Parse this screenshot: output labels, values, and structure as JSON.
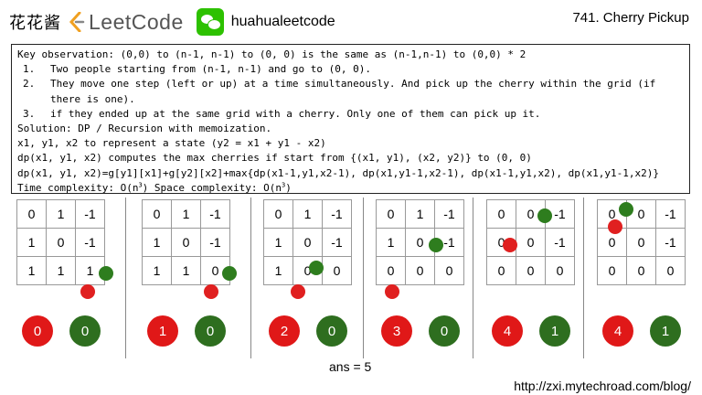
{
  "header": {
    "brand_cn": "花花酱",
    "brand_lc": "LeetCode",
    "handle": "huahualeetcode",
    "problem_title": "741. Cherry Pickup"
  },
  "code": {
    "observation": "Key observation: (0,0) to (n-1, n-1) to (0, 0) is the same as (n-1,n-1) to (0,0) * 2",
    "items": [
      {
        "num": "1.",
        "text": "Two people starting from (n-1, n-1) and go to (0, 0)."
      },
      {
        "num": "2.",
        "text": "They move one step (left or up) at a time simultaneously. And pick up the cherry within the grid (if there is one)."
      },
      {
        "num": "3.",
        "text": "if they ended up at the same grid with a cherry. Only one of them can pick up it."
      }
    ],
    "solution": "Solution: DP / Recursion with memoization.",
    "state": "x1, y1, x2 to represent a state (y2 = x1 + y1 - x2)",
    "dp_desc": "dp(x1, y1, x2) computes the max cherries if start from {(x1, y1), (x2, y2)} to (0, 0)",
    "dp_formula": "dp(x1, y1, x2)=g[y1][x1]+g[y2][x2]+max{dp(x1-1,y1,x2-1), dp(x1,y1-1,x2-1), dp(x1-1,y1,x2), dp(x1,y1-1,x2)}",
    "time_prefix": "Time complexity: O(n",
    "time_exp": "3",
    "space_prefix": ") Space complexity: O(n",
    "space_exp": "3",
    "space_suffix": ")"
  },
  "panels": [
    {
      "grid": [
        [
          "0",
          "1",
          "-1"
        ],
        [
          "1",
          "0",
          "-1"
        ],
        [
          "1",
          "1",
          "1"
        ]
      ],
      "red": "0",
      "green": "0"
    },
    {
      "grid": [
        [
          "0",
          "1",
          "-1"
        ],
        [
          "1",
          "0",
          "-1"
        ],
        [
          "1",
          "1",
          "0"
        ]
      ],
      "red": "1",
      "green": "0"
    },
    {
      "grid": [
        [
          "0",
          "1",
          "-1"
        ],
        [
          "1",
          "0",
          "-1"
        ],
        [
          "1",
          "0",
          "0"
        ]
      ],
      "red": "2",
      "green": "0"
    },
    {
      "grid": [
        [
          "0",
          "1",
          "-1"
        ],
        [
          "1",
          "0",
          "-1"
        ],
        [
          "0",
          "0",
          "0"
        ]
      ],
      "red": "3",
      "green": "0"
    },
    {
      "grid": [
        [
          "0",
          "0",
          "-1"
        ],
        [
          "0",
          "0",
          "-1"
        ],
        [
          "0",
          "0",
          "0"
        ]
      ],
      "red": "4",
      "green": "1"
    },
    {
      "grid": [
        [
          "0",
          "0",
          "-1"
        ],
        [
          "0",
          "0",
          "-1"
        ],
        [
          "0",
          "0",
          "0"
        ]
      ],
      "red": "4",
      "green": "1"
    }
  ],
  "answer": "ans = 5",
  "url": "http://zxi.mytechroad.com/blog/",
  "colors": {
    "red_player": "#e02020",
    "green_player": "#2e7d1e"
  }
}
